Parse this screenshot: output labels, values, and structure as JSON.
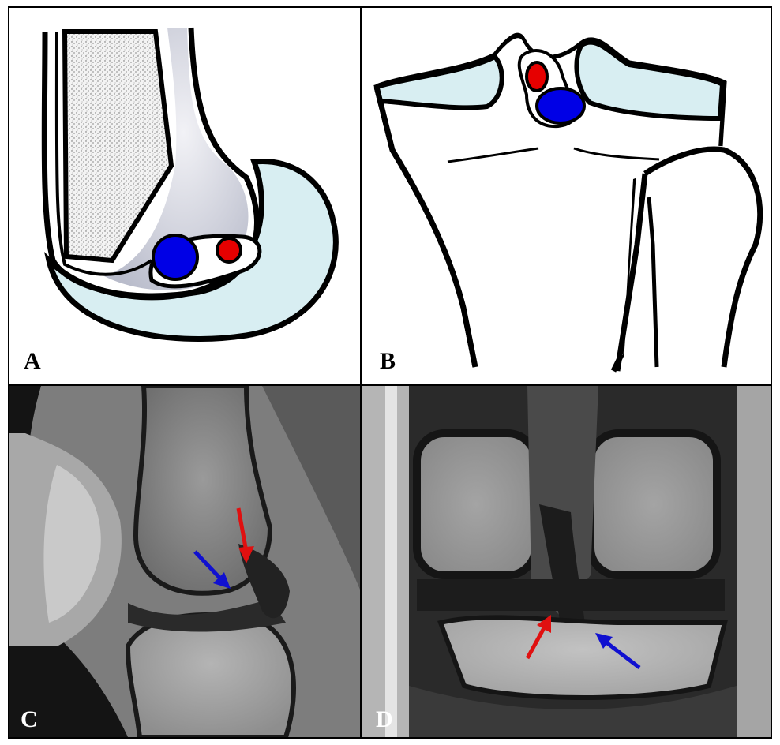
{
  "panels": [
    {
      "label": "A",
      "kind": "diagram"
    },
    {
      "label": "B",
      "kind": "diagram"
    },
    {
      "label": "C",
      "kind": "mri"
    },
    {
      "label": "D",
      "kind": "mri"
    }
  ],
  "colors": {
    "frame": "#000000",
    "cartilage_fill": "#d8eef2",
    "bone_fill": "#ffffff",
    "notch_shade": "#c9cbd8",
    "vessel_red": "#e60000",
    "vessel_blue": "#0000e6",
    "arrow_red": "#e01010",
    "arrow_blue": "#1010d0",
    "mri_dark": "#141414",
    "mri_mid": "#8c8c8c",
    "mri_light": "#c9c9c9"
  },
  "icons": {
    "a_blue": "blue-circle-icon",
    "a_red": "red-circle-icon",
    "c_red_arrow": "red-arrow-icon",
    "c_blue_arrow": "blue-arrow-icon"
  }
}
